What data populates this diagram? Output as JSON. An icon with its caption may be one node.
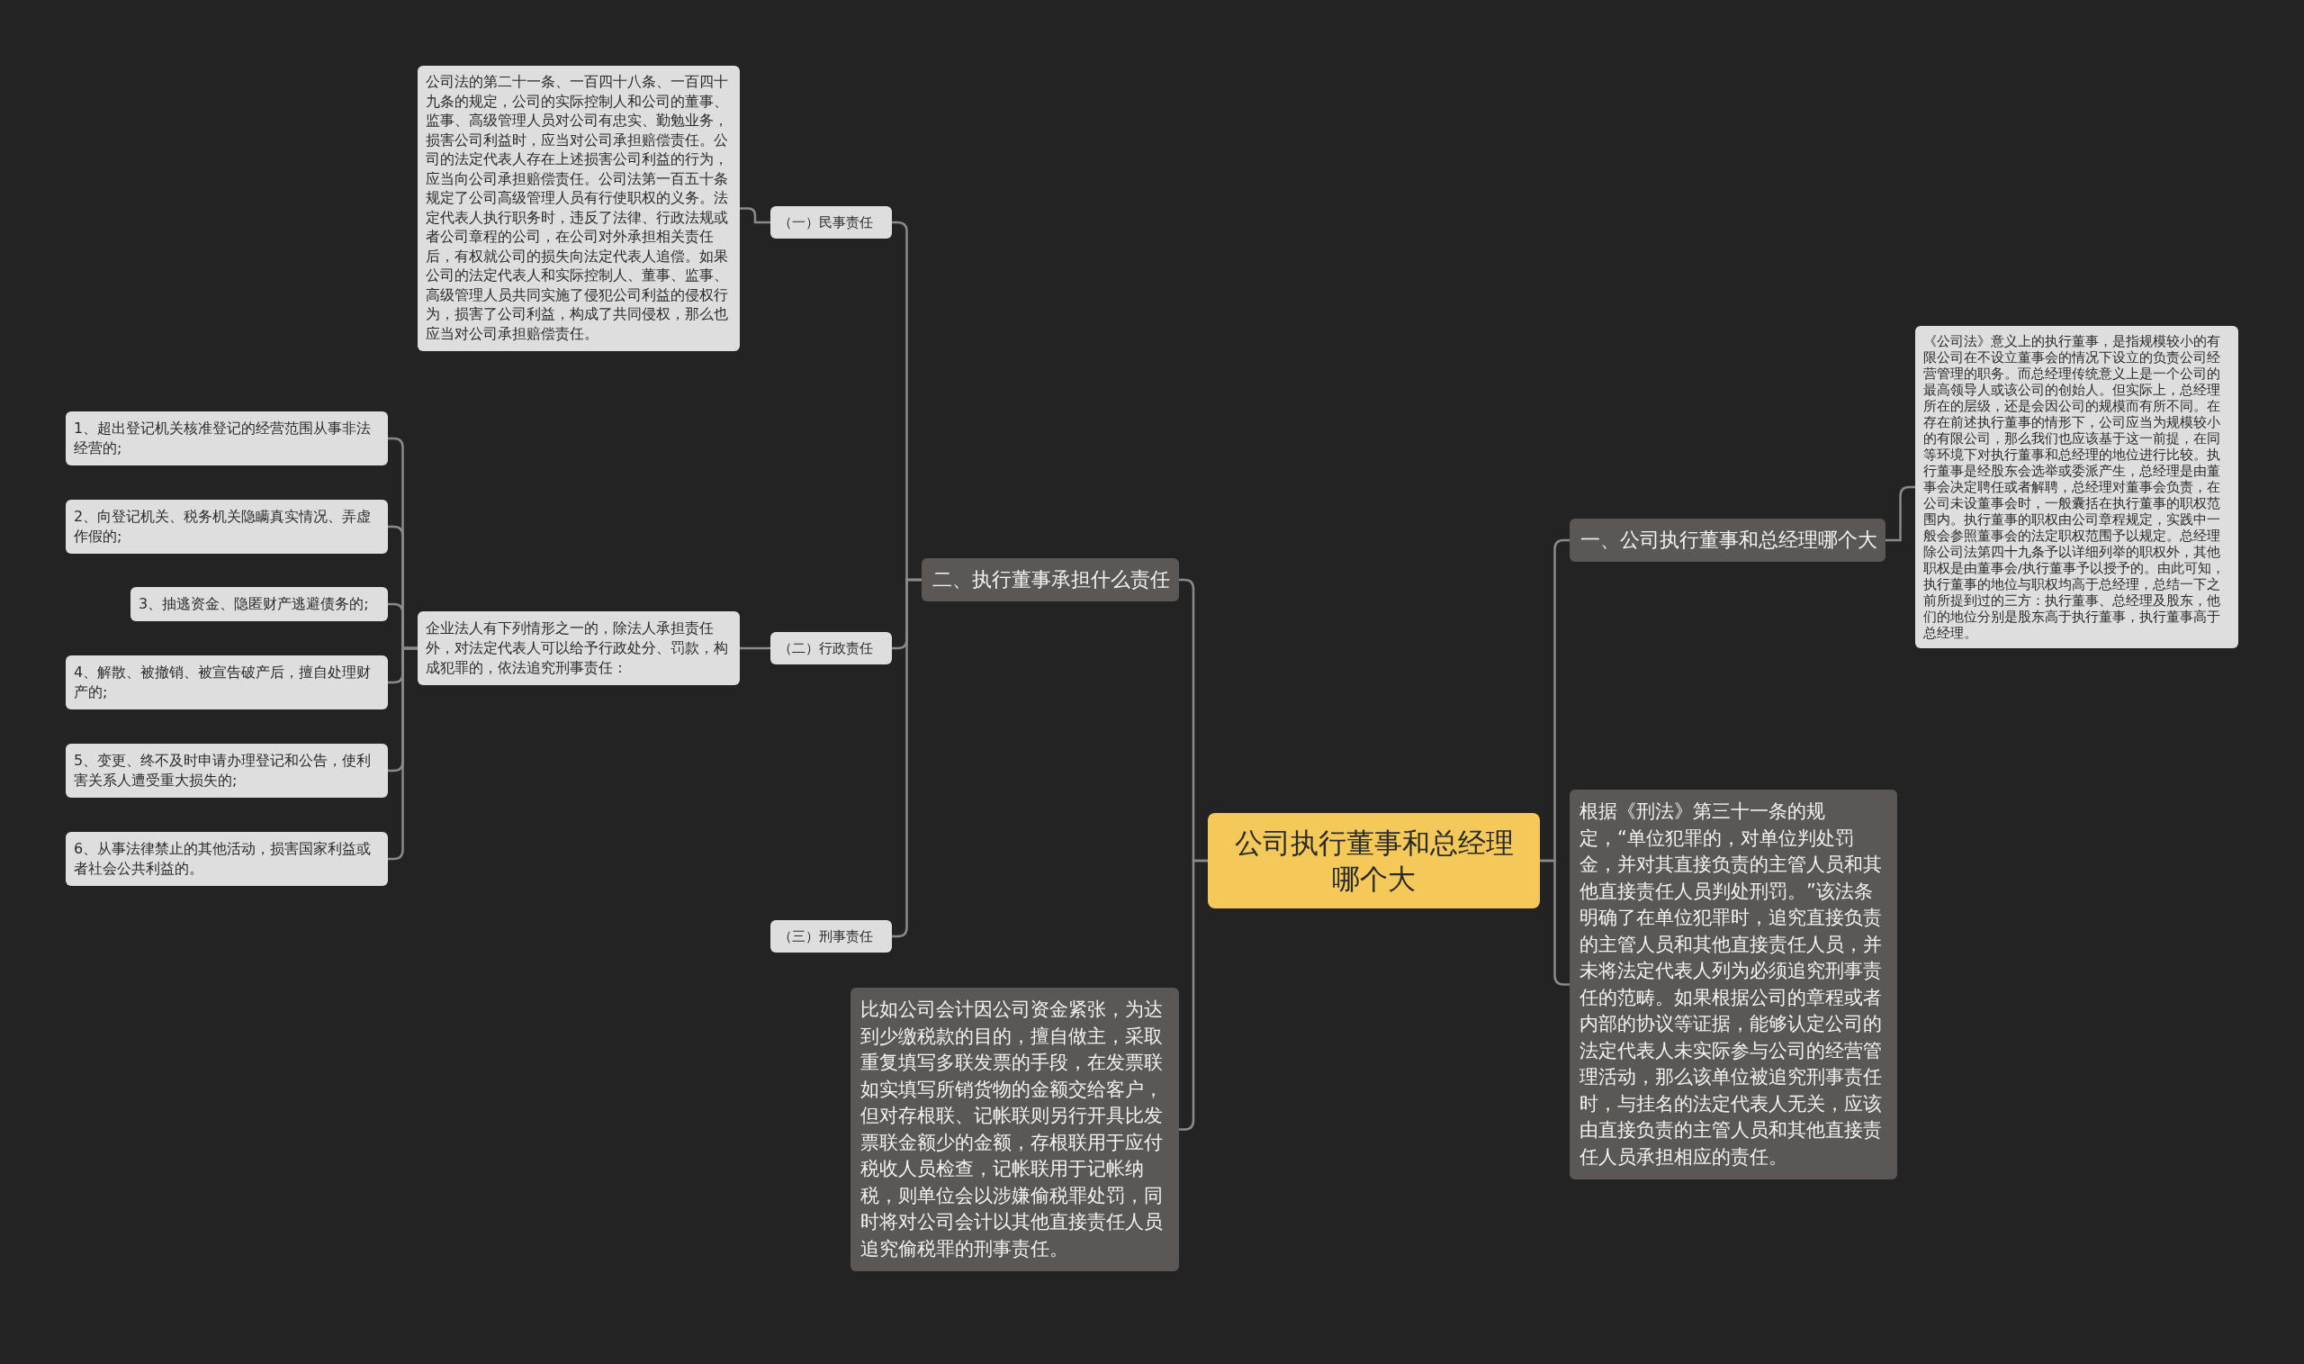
{
  "diagram": {
    "nodes": [
      {
        "text": [
          "公司执行董事和总经理哪个大"
        ]
      },
      {
        "text": [
          "一、公司执行董事和总经理哪个大"
        ]
      },
      {
        "text": [
          "《公司法》意义上的执行董事，是指规模较小的有限公司在不设立董事会的情况下设立的负责公司经营管理的职务。而总经理传统意义上是一个公司的最高领导人或该公司的创始人。但实际上，总经理所在的层级，还是会因公司的规模而有所不同。在存在前述执行董事的情形下，公司应当为规模较小的有限公司，那么我们也应该基于这一前提，在同等环境下对执行董事和总经理的地位进行比较。执行董事是经股东会选举或委派产生，总经理是由董事会决定聘任或者解聘，总经理对董事会负责，在公司未设董事会时，一般囊括在执行董事的职权范围内。执行董事的职权由公司章程规定，实践中一般会参照董事会的法定职权范围予以规定。总经理除公司法第四十九条予以详细列举的职权外，其他职权是由董事会/执行董事予以授予的。由此可知，执行董事的地位与职权均高于总经理，总结一下之前所提到过的三方：执行董事、总经理及股东，他们的地位分别是股东高于执行董事，执行董事高于总经理。"
        ]
      },
      {
        "text": [
          "根据《刑法》第三十一条的规定，“单位犯罪的，对单位判处罚金，并对其直接负责的主管人员和其他直接责任人员判处刑罚。”该法条明确了在单位犯罪时，追究直接负责的主管人员和其他直接责任人员，并未将法定代表人列为必须追究刑事责任的范畴。如果根据公司的章程或者内部的协议等证据，能够认定公司的法定代表人未实际参与公司的经营管理活动，那么该单位被追究刑事责任时，与挂名的法定代表人无关，应该由直接负责的主管人员和其他直接责任人员承担相应的责任。"
        ]
      },
      {
        "text": [
          "二、执行董事承担什么责任"
        ]
      },
      {
        "text": [
          "比如公司会计因公司资金紧张，为达到少缴税款的目的，擅自做主，采取重复填写多联发票的手段，在发票联如实填写所销货物的金额交给客户，但对存根联、记帐联则另行开具比发票联金额少的金额，存根联用于应付税收人员检查，记帐联用于记帐纳税，则单位会以涉嫌偷税罪处罚，同时将对公司会计以其他直接责任人员追究偷税罪的刑事责任。"
        ]
      },
      {
        "text": [
          "（一）民事责任"
        ]
      },
      {
        "text": [
          "公司法的第二十一条、一百四十八条、一百四十九条的规定，公司的实际控制人和公司的董事、监事、高级管理人员对公司有忠实、勤勉业务，损害公司利益时，应当对公司承担赔偿责任。公司的法定代表人存在上述损害公司利益的行为，应当向公司承担赔偿责任。公司法第一百五十条规定了公司高级管理人员有行使职权的义务。法定代表人执行职务时，违反了法律、行政法规或者公司章程的公司，在公司对外承担相关责任后，有权就公司的损失向法定代表人追偿。如果公司的法定代表人和实际控制人、董事、监事、高级管理人员共同实施了侵犯公司利益的侵权行为，损害了公司利益，构成了共同侵权，那么也应当对公司承担赔偿责任。"
        ]
      },
      {
        "text": [
          "（二）行政责任"
        ]
      },
      {
        "text": [
          "企业法人有下列情形之一的，除法人承担责任外，对法定代表人可以给予行政处分、罚款，构成犯罪的，依法追究刑事责任："
        ]
      },
      {
        "text": [
          "1、超出登记机关核准登记的经营范围从事非法经营的;"
        ]
      },
      {
        "text": [
          "2、向登记机关、税务机关隐瞒真实情况、弄虚作假的;"
        ]
      },
      {
        "text": [
          "3、抽逃资金、隐匿财产逃避债务的;"
        ]
      },
      {
        "text": [
          "4、解散、被撤销、被宣告破产后，擅自处理财产的;"
        ]
      },
      {
        "text": [
          "5、变更、终不及时申请办理登记和公告，使利害关系人遭受重大损失的;"
        ]
      },
      {
        "text": [
          "6、从事法律禁止的其他活动，损害国家利益或者社会公共利益的。"
        ]
      },
      {
        "text": [
          "（三）刑事责任"
        ]
      }
    ],
    "edges": [
      {
        "from": 0,
        "to": 1,
        "arrow": "none"
      },
      {
        "from": 1,
        "to": 2,
        "arrow": "none"
      },
      {
        "from": 0,
        "to": 3,
        "arrow": "none"
      },
      {
        "from": 0,
        "to": 4,
        "arrow": "none"
      },
      {
        "from": 0,
        "to": 5,
        "arrow": "none"
      },
      {
        "from": 4,
        "to": 6,
        "arrow": "none"
      },
      {
        "from": 6,
        "to": 7,
        "arrow": "none"
      },
      {
        "from": 4,
        "to": 8,
        "arrow": "none"
      },
      {
        "from": 8,
        "to": 9,
        "arrow": "none"
      },
      {
        "from": 9,
        "to": 10,
        "arrow": "none"
      },
      {
        "from": 9,
        "to": 11,
        "arrow": "none"
      },
      {
        "from": 9,
        "to": 12,
        "arrow": "none"
      },
      {
        "from": 9,
        "to": 13,
        "arrow": "none"
      },
      {
        "from": 9,
        "to": 14,
        "arrow": "none"
      },
      {
        "from": 9,
        "to": 15,
        "arrow": "none"
      },
      {
        "from": 4,
        "to": 16,
        "arrow": "none"
      }
    ]
  }
}
